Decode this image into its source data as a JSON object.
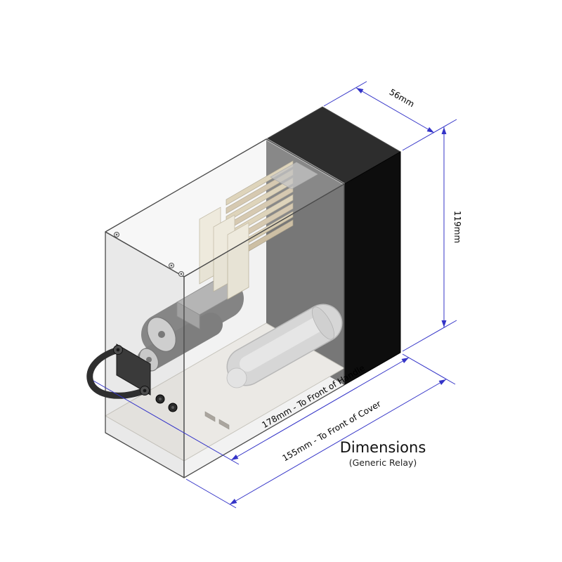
{
  "drawing": {
    "title": "Dimensions",
    "subtitle": "(Generic Relay)"
  },
  "dimensions": {
    "width_label": "56mm",
    "height_label": "119mm",
    "handle_depth_label": "178mm - To Front of Handle",
    "cover_depth_label": "155mm - To Front of Cover"
  },
  "colors": {
    "dimension_line": "#3434c8",
    "rear_block": "#0d0d0d",
    "label_text": "#000000",
    "background": "#ffffff"
  }
}
